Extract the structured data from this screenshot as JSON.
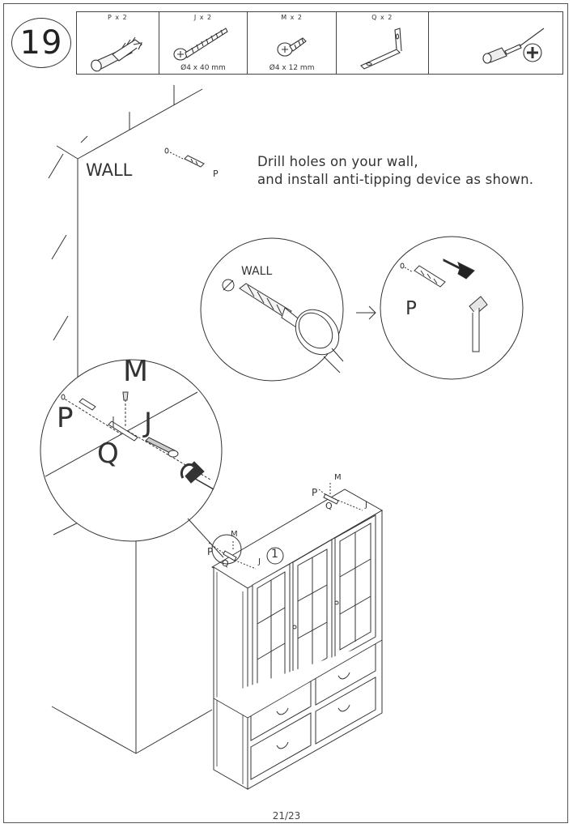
{
  "step": {
    "number": "19"
  },
  "parts": [
    {
      "qty": "P x 2",
      "icon": "wall-plug-icon",
      "size": ""
    },
    {
      "qty": "J x 2",
      "icon": "long-screw-icon",
      "size": "Ø4 x 40 mm"
    },
    {
      "qty": "M x 2",
      "icon": "short-screw-icon",
      "size": "Ø4 x 12 mm"
    },
    {
      "qty": "Q x 2",
      "icon": "l-bracket-icon",
      "size": ""
    },
    {
      "qty": "",
      "icon": "phillips-screwdriver-icon",
      "size": ""
    }
  ],
  "labels": {
    "wall_main": "WALL",
    "plug_main": "P",
    "wall_detail": "WALL",
    "plug_detail": "P",
    "zoom_m": "M",
    "zoom_p": "P",
    "zoom_j": "J",
    "zoom_q": "Q",
    "left_m": "M",
    "left_p": "P",
    "left_j": "J",
    "left_q": "Q",
    "right_m": "M",
    "right_p": "P",
    "right_j": "J",
    "right_q": "Q",
    "sub_step": "1"
  },
  "instruction": {
    "line1": "Drill holes on your wall,",
    "line2": "and install anti-tipping device as shown."
  },
  "page": {
    "number": "21/23"
  }
}
